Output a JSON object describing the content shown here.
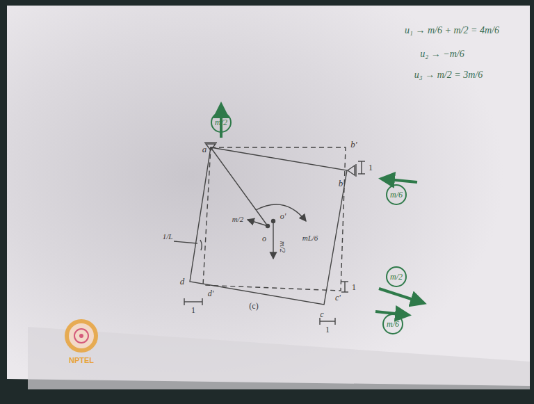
{
  "diagram": {
    "nodes": [
      {
        "text": [
          "m/2"
        ]
      },
      {
        "text": [
          "m/6"
        ]
      },
      {
        "text": [
          "m/2"
        ]
      },
      {
        "text": [
          "m/6"
        ]
      }
    ],
    "labels": [
      "u₁ → m/6 + m/2 = 4m/6",
      "u₂ → −m/6",
      "u₃ → m/2 = 3m/6",
      "a",
      "b'",
      "b",
      "c'",
      "c",
      "d",
      "d'",
      "o",
      "o'",
      "m/2",
      "m/2",
      "mL/6",
      "1/L",
      "1",
      "1",
      "1",
      "1",
      "(c)",
      "NPTEL"
    ]
  }
}
